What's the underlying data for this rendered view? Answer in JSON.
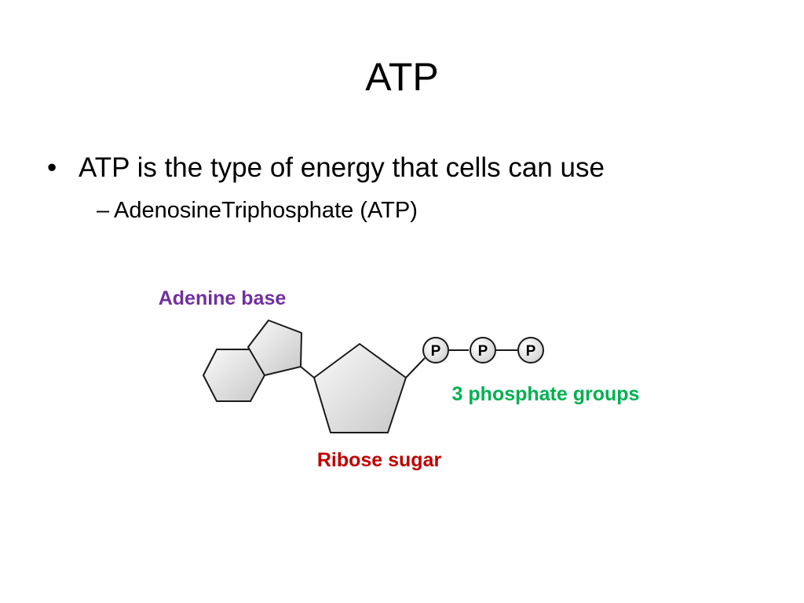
{
  "slide": {
    "title": "ATP",
    "bullet": "ATP is the type of energy that cells can use",
    "bullet_marker": "•",
    "sub_bullet": "AdenosineTriphosphate (ATP)",
    "sub_marker": "–"
  },
  "diagram": {
    "labels": {
      "adenine": "Adenine base",
      "phosphates": "3 phosphate groups",
      "ribose": "Ribose sugar"
    },
    "phosphate_symbol": "P",
    "phosphate_count": 3,
    "colors": {
      "adenine_label": "#7030a0",
      "phosphate_label": "#00b050",
      "ribose_label": "#c00000",
      "shape_stroke": "#1a1a1a",
      "shape_fill_light": "#fafafa",
      "shape_fill_dark": "#c8c8c8"
    }
  }
}
